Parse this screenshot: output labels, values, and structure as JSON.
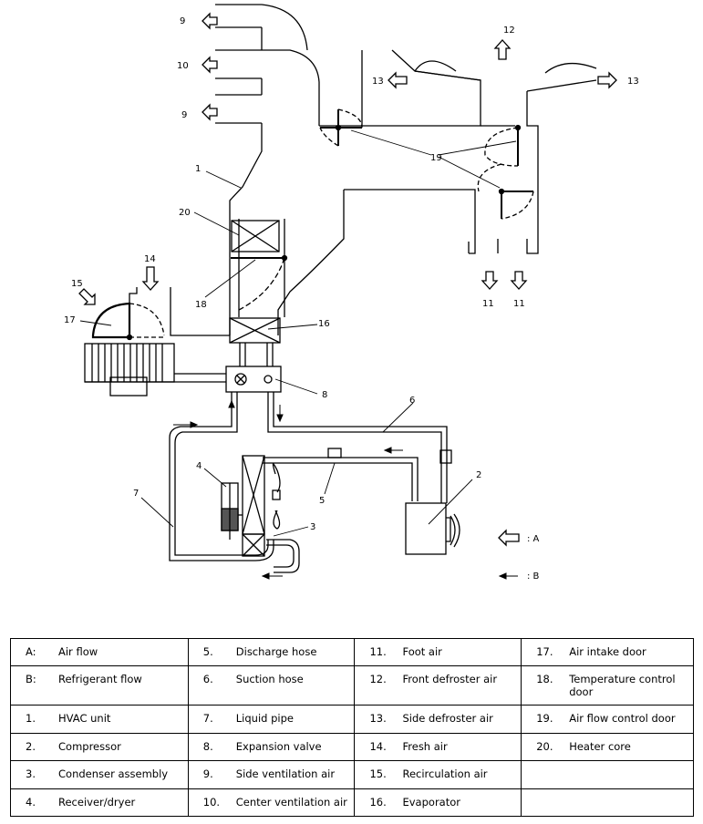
{
  "diagram": {
    "callouts": {
      "c1": "1",
      "c2": "2",
      "c3": "3",
      "c4": "4",
      "c5": "5",
      "c6": "6",
      "c7": "7",
      "c8": "8",
      "c9a": "9",
      "c9b": "9",
      "c10": "10",
      "c11a": "11",
      "c11b": "11",
      "c12": "12",
      "c13a": "13",
      "c13b": "13",
      "c14": "14",
      "c15": "15",
      "c16": "16",
      "c17": "17",
      "c18": "18",
      "c19": "19",
      "c20": "20"
    },
    "key_a": ": A",
    "key_b": ": B"
  },
  "legend": {
    "rows": [
      [
        {
          "k": "A:",
          "v": "Air flow"
        },
        {
          "k": "5.",
          "v": "Discharge hose"
        },
        {
          "k": "11.",
          "v": "Foot air"
        },
        {
          "k": "17.",
          "v": "Air intake door"
        }
      ],
      [
        {
          "k": "B:",
          "v": "Refrigerant flow"
        },
        {
          "k": "6.",
          "v": "Suction hose"
        },
        {
          "k": "12.",
          "v": "Front defroster air"
        },
        {
          "k": "18.",
          "v": "Temperature control door"
        }
      ],
      [
        {
          "k": "1.",
          "v": "HVAC unit"
        },
        {
          "k": "7.",
          "v": "Liquid pipe"
        },
        {
          "k": "13.",
          "v": "Side defroster air"
        },
        {
          "k": "19.",
          "v": "Air flow control door"
        }
      ],
      [
        {
          "k": "2.",
          "v": "Compressor"
        },
        {
          "k": "8.",
          "v": "Expansion valve"
        },
        {
          "k": "14.",
          "v": "Fresh air"
        },
        {
          "k": "20.",
          "v": "Heater core"
        }
      ],
      [
        {
          "k": "3.",
          "v": "Condenser assembly"
        },
        {
          "k": "9.",
          "v": "Side ventilation air"
        },
        {
          "k": "15.",
          "v": "Recirculation air"
        },
        {
          "k": "",
          "v": ""
        }
      ],
      [
        {
          "k": "4.",
          "v": "Receiver/dryer"
        },
        {
          "k": "10.",
          "v": "Center ventilation air"
        },
        {
          "k": "16.",
          "v": "Evaporator"
        },
        {
          "k": "",
          "v": ""
        }
      ]
    ]
  }
}
